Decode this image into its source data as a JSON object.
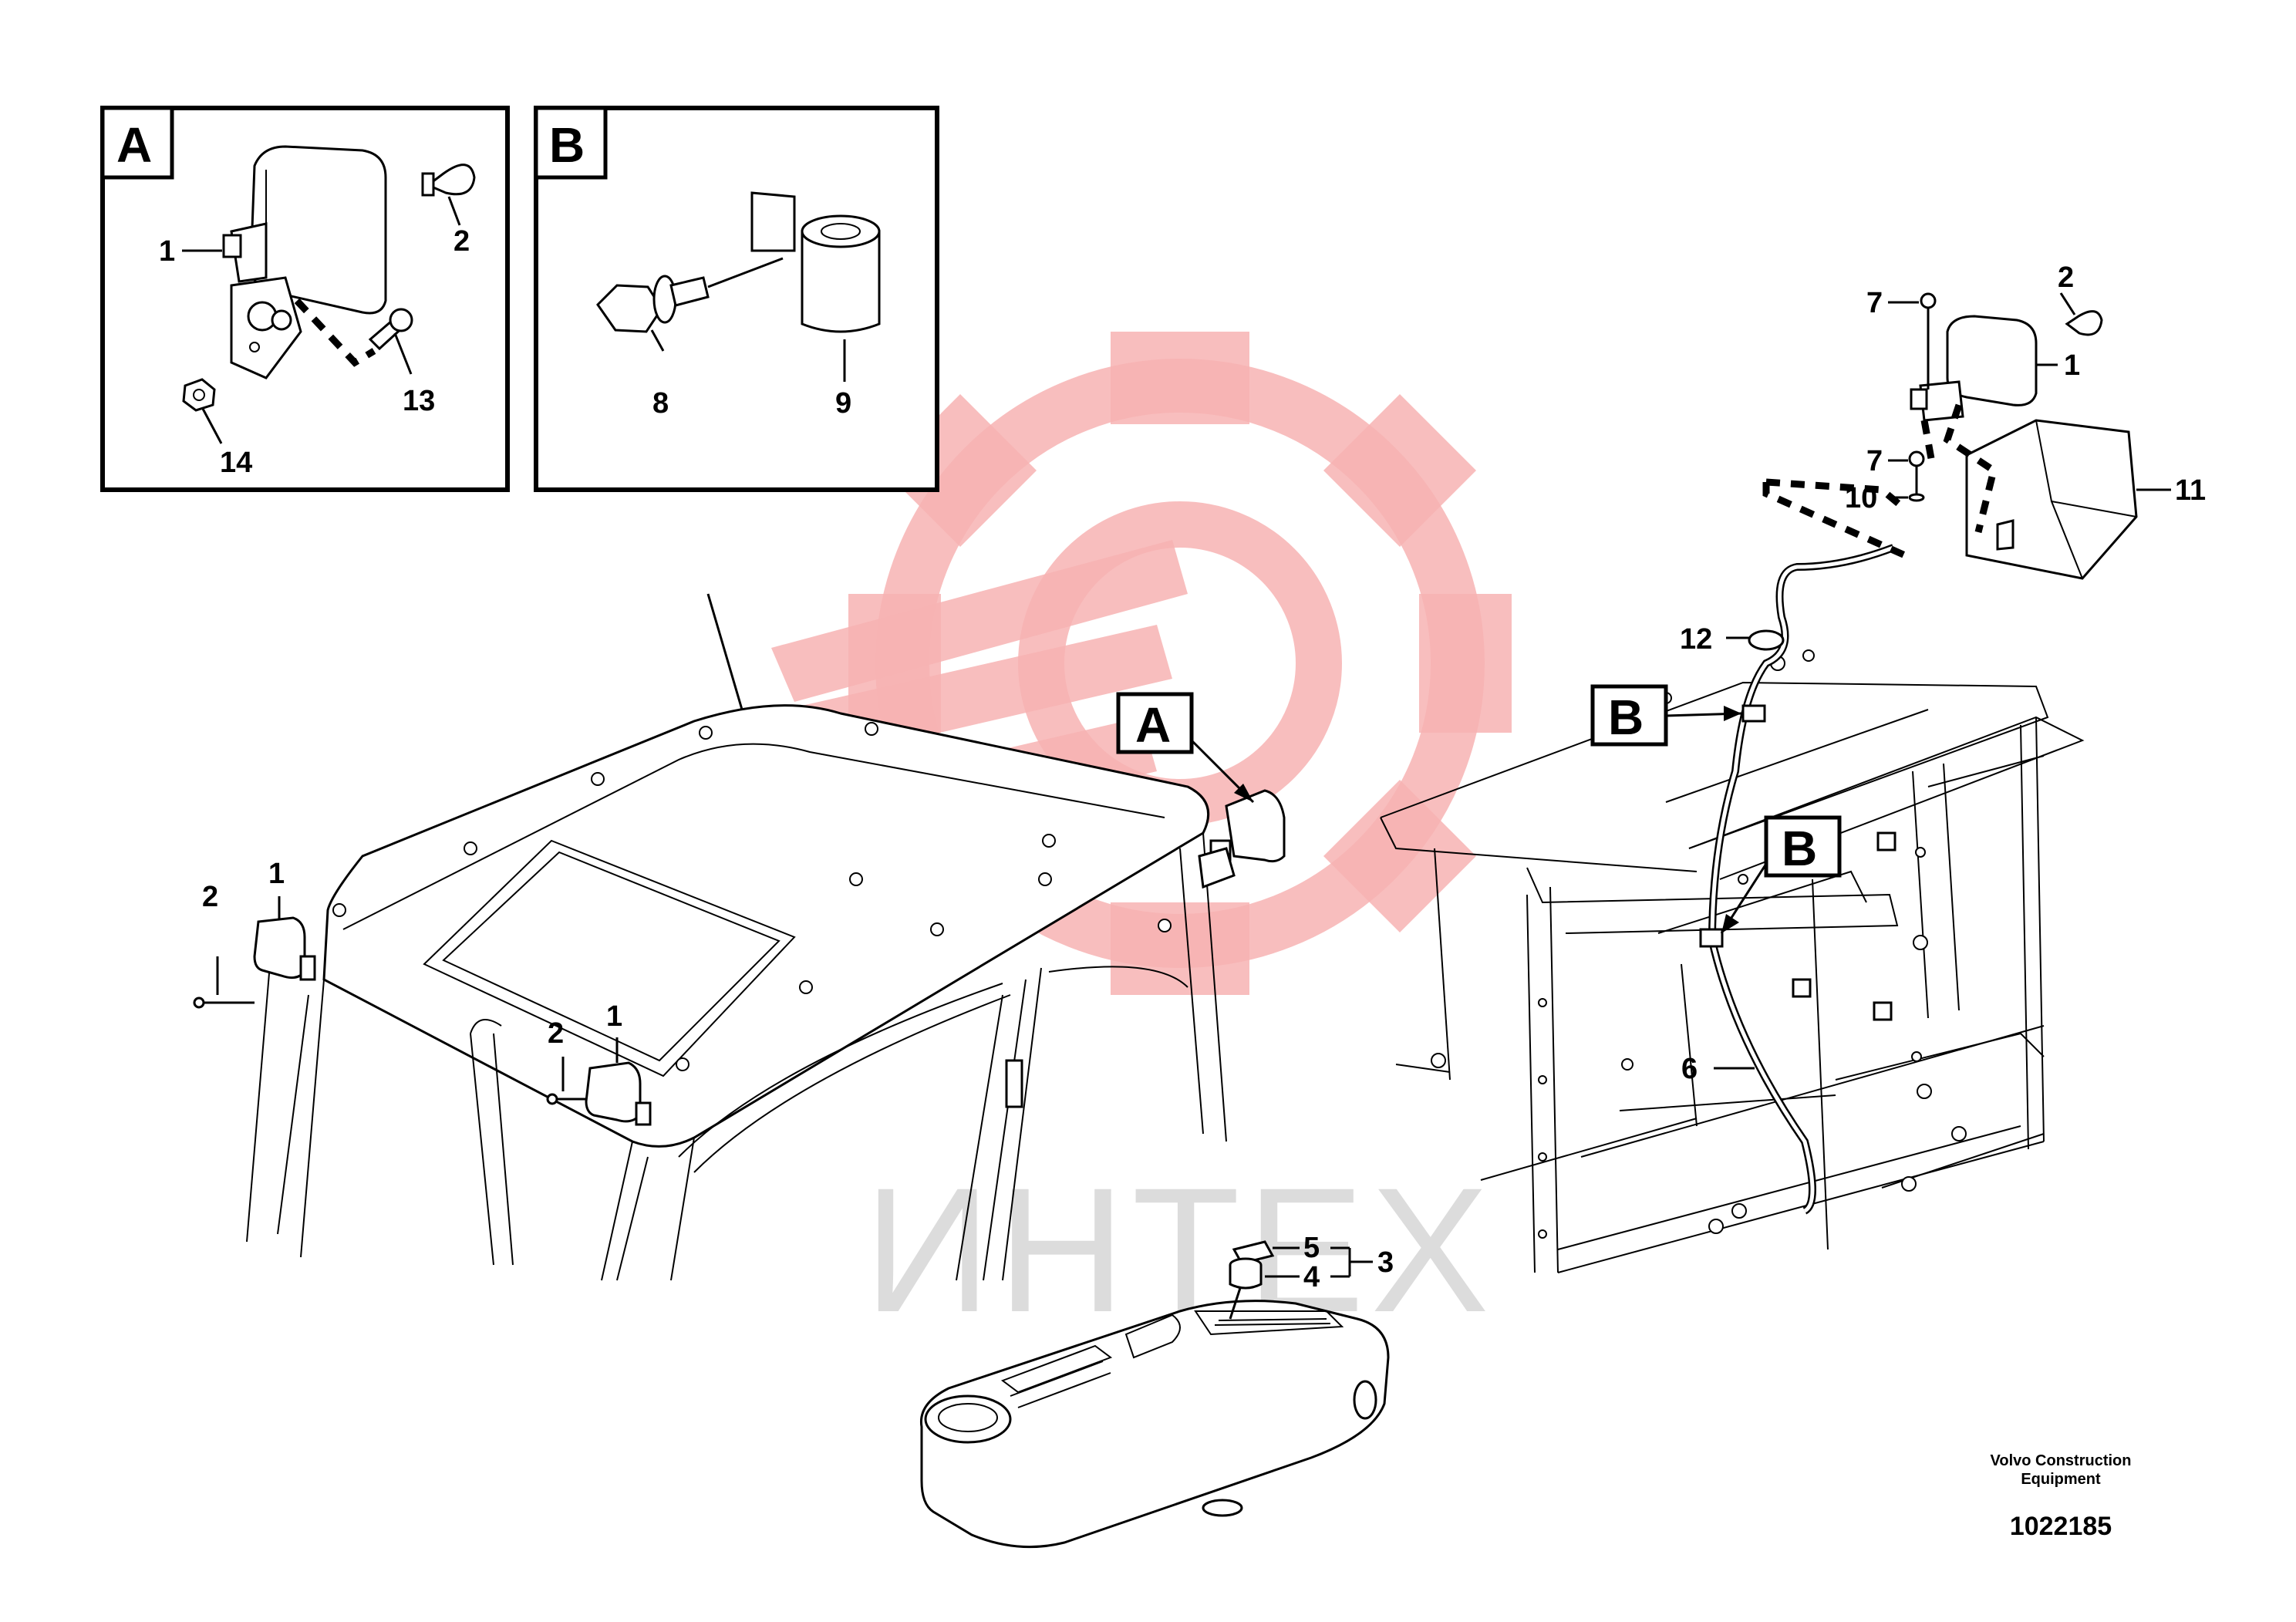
{
  "watermark": {
    "text": "ИНТЕХ",
    "logo_color": "#f7b3b3",
    "text_color": "#dcdcdc"
  },
  "insets": {
    "A": {
      "tag": "A",
      "callouts": [
        "1",
        "2",
        "13",
        "14"
      ]
    },
    "B": {
      "tag": "B",
      "callouts": [
        "8",
        "9"
      ]
    }
  },
  "main_callouts": {
    "lamp_unit": [
      "7",
      "2",
      "1",
      "7",
      "10",
      "11",
      "12"
    ],
    "harness": "6",
    "cab_left": [
      "2",
      "1"
    ],
    "cab_mid": [
      "2",
      "1"
    ],
    "console": [
      "5",
      "4",
      "3"
    ]
  },
  "detail_tags": {
    "cab_mirror": "A",
    "clip_upper": "B",
    "clip_lower": "B"
  },
  "footer": {
    "company_line1": "Volvo Construction",
    "company_line2": "Equipment",
    "drawing_number": "1022185"
  }
}
